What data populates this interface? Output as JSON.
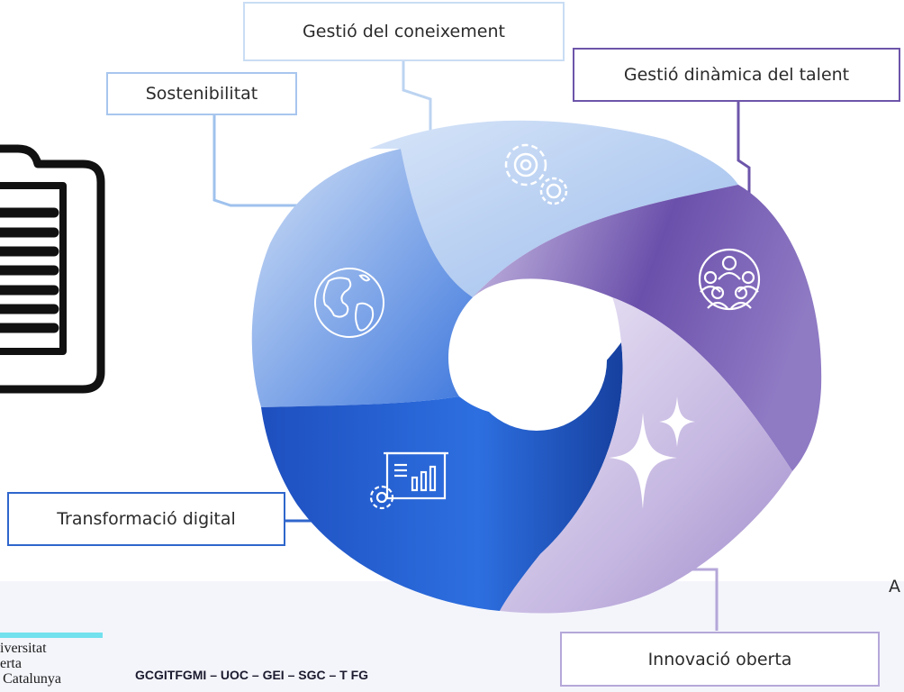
{
  "labels": {
    "coneixement": "Gestió del coneixement",
    "talent": "Gestió dinàmica del talent",
    "sostenibilitat": "Sostenibilitat",
    "transformacio": "Transformació digital",
    "innovacio": "Innovació oberta"
  },
  "footer": {
    "code": "GCGITFGMI – UOC – GEI – SGC – T FG",
    "edge_letter": "A",
    "logo_lines": [
      "niversitat",
      "berta",
      "e Catalunya"
    ]
  },
  "icons": [
    "clipboard-icon",
    "gears-icon",
    "team-icon",
    "globe-icon",
    "sparkle-icon",
    "presentation-chart-icon"
  ],
  "colors": {
    "coneixement": "#b9d1f2",
    "talent": "#6e54ad",
    "sostenibilitat": "#7fa8ea",
    "transformacio": "#2f67d4",
    "innovacio": "#b9aad7"
  }
}
